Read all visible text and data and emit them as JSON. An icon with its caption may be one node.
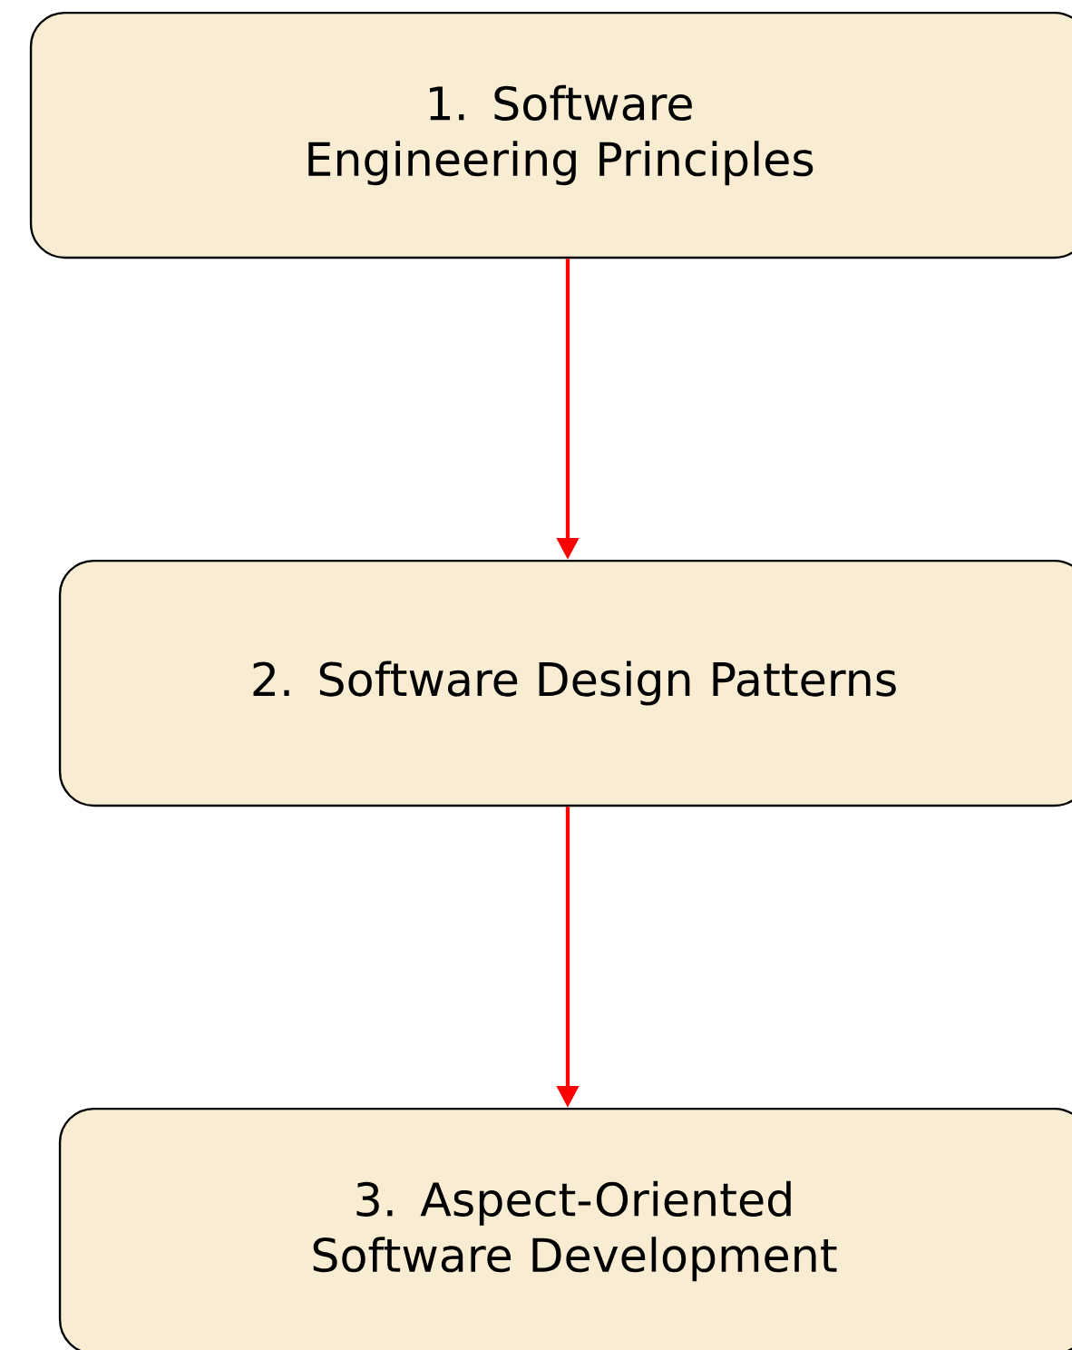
{
  "diagram": {
    "nodes": [
      {
        "text": [
          "1. Software Engineering Principles"
        ]
      },
      {
        "text": [
          "2. Software Design Patterns"
        ]
      },
      {
        "text": [
          "3. Aspect-Oriented Software Development"
        ]
      }
    ],
    "edges": [
      {
        "from": 0,
        "to": 1,
        "arrow": "to"
      },
      {
        "from": 1,
        "to": 2,
        "arrow": "to"
      }
    ]
  }
}
